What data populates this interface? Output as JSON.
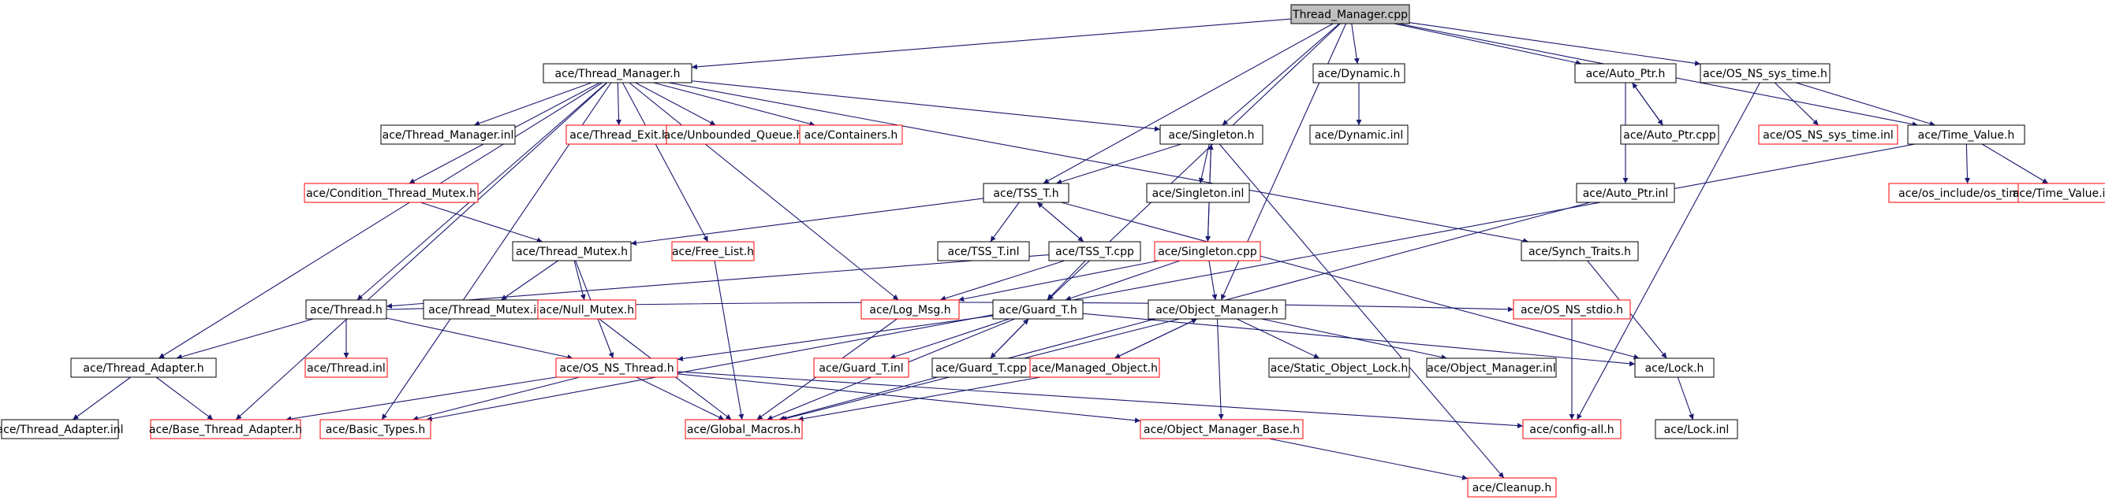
{
  "colors": {
    "edge": "#191970",
    "border_normal": "#000000",
    "border_external": "#ff0000",
    "root_fill": "#bfbfbf",
    "node_fill": "#ffffff",
    "text": "#000000"
  },
  "nodes": [
    {
      "id": "root",
      "label": "Thread_Manager.cpp",
      "kind": "root"
    },
    {
      "id": "tmh",
      "label": "ace/Thread_Manager.h",
      "kind": "normal"
    },
    {
      "id": "dynh",
      "label": "ace/Dynamic.h",
      "kind": "normal"
    },
    {
      "id": "aph",
      "label": "ace/Auto_Ptr.h",
      "kind": "normal"
    },
    {
      "id": "sysh",
      "label": "ace/OS_NS_sys_time.h",
      "kind": "normal"
    },
    {
      "id": "tminl",
      "label": "ace/Thread_Manager.inl",
      "kind": "normal"
    },
    {
      "id": "texit",
      "label": "ace/Thread_Exit.h",
      "kind": "external"
    },
    {
      "id": "uq",
      "label": "ace/Unbounded_Queue.h",
      "kind": "external"
    },
    {
      "id": "cont",
      "label": "ace/Containers.h",
      "kind": "external"
    },
    {
      "id": "singh",
      "label": "ace/Singleton.h",
      "kind": "normal"
    },
    {
      "id": "dyninl",
      "label": "ace/Dynamic.inl",
      "kind": "normal"
    },
    {
      "id": "apcpp",
      "label": "ace/Auto_Ptr.cpp",
      "kind": "normal"
    },
    {
      "id": "sysinl",
      "label": "ace/OS_NS_sys_time.inl",
      "kind": "external"
    },
    {
      "id": "tvh",
      "label": "ace/Time_Value.h",
      "kind": "normal"
    },
    {
      "id": "ctm",
      "label": "ace/Condition_Thread_Mutex.h",
      "kind": "external"
    },
    {
      "id": "tssh",
      "label": "ace/TSS_T.h",
      "kind": "normal"
    },
    {
      "id": "singinl",
      "label": "ace/Singleton.inl",
      "kind": "normal"
    },
    {
      "id": "apinl",
      "label": "ace/Auto_Ptr.inl",
      "kind": "normal"
    },
    {
      "id": "ostime",
      "label": "ace/os_include/os_time.h",
      "kind": "external"
    },
    {
      "id": "tvinl",
      "label": "ace/Time_Value.inl",
      "kind": "external"
    },
    {
      "id": "tmxh",
      "label": "ace/Thread_Mutex.h",
      "kind": "normal"
    },
    {
      "id": "flh",
      "label": "ace/Free_List.h",
      "kind": "external"
    },
    {
      "id": "tssinl",
      "label": "ace/TSS_T.inl",
      "kind": "normal"
    },
    {
      "id": "tsscpp",
      "label": "ace/TSS_T.cpp",
      "kind": "normal"
    },
    {
      "id": "singcpp",
      "label": "ace/Singleton.cpp",
      "kind": "external"
    },
    {
      "id": "synch",
      "label": "ace/Synch_Traits.h",
      "kind": "normal"
    },
    {
      "id": "thh",
      "label": "ace/Thread.h",
      "kind": "normal"
    },
    {
      "id": "tmxinl",
      "label": "ace/Thread_Mutex.inl",
      "kind": "normal"
    },
    {
      "id": "nmx",
      "label": "ace/Null_Mutex.h",
      "kind": "external"
    },
    {
      "id": "lmh",
      "label": "ace/Log_Msg.h",
      "kind": "external"
    },
    {
      "id": "gth",
      "label": "ace/Guard_T.h",
      "kind": "normal"
    },
    {
      "id": "omh",
      "label": "ace/Object_Manager.h",
      "kind": "normal"
    },
    {
      "id": "stdio",
      "label": "ace/OS_NS_stdio.h",
      "kind": "external"
    },
    {
      "id": "tah",
      "label": "ace/Thread_Adapter.h",
      "kind": "normal"
    },
    {
      "id": "thinl",
      "label": "ace/Thread.inl",
      "kind": "external"
    },
    {
      "id": "osth",
      "label": "ace/OS_NS_Thread.h",
      "kind": "external"
    },
    {
      "id": "gtinl",
      "label": "ace/Guard_T.inl",
      "kind": "external"
    },
    {
      "id": "gtcpp",
      "label": "ace/Guard_T.cpp",
      "kind": "normal"
    },
    {
      "id": "mob",
      "label": "ace/Managed_Object.h",
      "kind": "external"
    },
    {
      "id": "sol",
      "label": "ace/Static_Object_Lock.h",
      "kind": "normal"
    },
    {
      "id": "ominl",
      "label": "ace/Object_Manager.inl",
      "kind": "normal"
    },
    {
      "id": "lockh",
      "label": "ace/Lock.h",
      "kind": "normal"
    },
    {
      "id": "tainl",
      "label": "ace/Thread_Adapter.inl",
      "kind": "normal"
    },
    {
      "id": "bta",
      "label": "ace/Base_Thread_Adapter.h",
      "kind": "external"
    },
    {
      "id": "bt",
      "label": "ace/Basic_Types.h",
      "kind": "external"
    },
    {
      "id": "gm",
      "label": "ace/Global_Macros.h",
      "kind": "external"
    },
    {
      "id": "omb",
      "label": "ace/Object_Manager_Base.h",
      "kind": "external"
    },
    {
      "id": "cfg",
      "label": "ace/config-all.h",
      "kind": "external"
    },
    {
      "id": "lockinl",
      "label": "ace/Lock.inl",
      "kind": "normal"
    },
    {
      "id": "cln",
      "label": "ace/Cleanup.h",
      "kind": "external"
    }
  ],
  "edges": [
    [
      "root",
      "tmh"
    ],
    [
      "root",
      "dynh"
    ],
    [
      "root",
      "aph"
    ],
    [
      "root",
      "sysh"
    ],
    [
      "root",
      "tvh"
    ],
    [
      "root",
      "singh"
    ],
    [
      "root",
      "tssh"
    ],
    [
      "root",
      "gth"
    ],
    [
      "root",
      "omh"
    ],
    [
      "tmh",
      "tminl"
    ],
    [
      "tmh",
      "texit"
    ],
    [
      "tmh",
      "uq"
    ],
    [
      "tmh",
      "cont"
    ],
    [
      "tmh",
      "singh"
    ],
    [
      "tmh",
      "ctm"
    ],
    [
      "tmh",
      "thh"
    ],
    [
      "tmh",
      "tah"
    ],
    [
      "tmh",
      "flh"
    ],
    [
      "tmh",
      "lmh"
    ],
    [
      "tmh",
      "synch"
    ],
    [
      "tmh",
      "bt"
    ],
    [
      "tmh",
      "bta"
    ],
    [
      "dynh",
      "dyninl"
    ],
    [
      "aph",
      "apcpp"
    ],
    [
      "aph",
      "apinl"
    ],
    [
      "apcpp",
      "aph"
    ],
    [
      "sysh",
      "sysinl"
    ],
    [
      "sysh",
      "tvh"
    ],
    [
      "sysh",
      "cfg"
    ],
    [
      "tvh",
      "ostime"
    ],
    [
      "tvh",
      "tvinl"
    ],
    [
      "tvh",
      "bt"
    ],
    [
      "singh",
      "tssh"
    ],
    [
      "singh",
      "singinl"
    ],
    [
      "singh",
      "singcpp"
    ],
    [
      "singh",
      "cln"
    ],
    [
      "ctm",
      "tmxh"
    ],
    [
      "tssh",
      "tssinl"
    ],
    [
      "tssh",
      "tsscpp"
    ],
    [
      "tssh",
      "tmxh"
    ],
    [
      "tssh",
      "lockh"
    ],
    [
      "tsscpp",
      "tssh"
    ],
    [
      "tsscpp",
      "lmh"
    ],
    [
      "tsscpp",
      "gth"
    ],
    [
      "tsscpp",
      "thh"
    ],
    [
      "singcpp",
      "singh"
    ],
    [
      "singcpp",
      "omh"
    ],
    [
      "singcpp",
      "gth"
    ],
    [
      "singcpp",
      "lmh"
    ],
    [
      "apinl",
      "gm"
    ],
    [
      "synch",
      "lockh"
    ],
    [
      "tmxh",
      "tmxinl"
    ],
    [
      "tmxh",
      "nmx"
    ],
    [
      "tmxh",
      "osth"
    ],
    [
      "flh",
      "gm"
    ],
    [
      "thh",
      "thinl"
    ],
    [
      "thh",
      "tah"
    ],
    [
      "thh",
      "osth"
    ],
    [
      "thh",
      "stdio"
    ],
    [
      "nmx",
      "gm"
    ],
    [
      "lmh",
      "gm"
    ],
    [
      "gth",
      "gtinl"
    ],
    [
      "gth",
      "gtcpp"
    ],
    [
      "gth",
      "osth"
    ],
    [
      "gth",
      "gm"
    ],
    [
      "gth",
      "lockh"
    ],
    [
      "gtcpp",
      "gth"
    ],
    [
      "omh",
      "mob"
    ],
    [
      "omh",
      "sol"
    ],
    [
      "omh",
      "ominl"
    ],
    [
      "omh",
      "omb"
    ],
    [
      "omh",
      "gm"
    ],
    [
      "mob",
      "omh"
    ],
    [
      "mob",
      "gm"
    ],
    [
      "stdio",
      "cfg"
    ],
    [
      "tah",
      "tainl"
    ],
    [
      "tah",
      "bta"
    ],
    [
      "osth",
      "gm"
    ],
    [
      "osth",
      "bt"
    ],
    [
      "osth",
      "bta"
    ],
    [
      "osth",
      "omb"
    ],
    [
      "osth",
      "cfg"
    ],
    [
      "lockh",
      "lockinl"
    ],
    [
      "omb",
      "cln"
    ]
  ]
}
